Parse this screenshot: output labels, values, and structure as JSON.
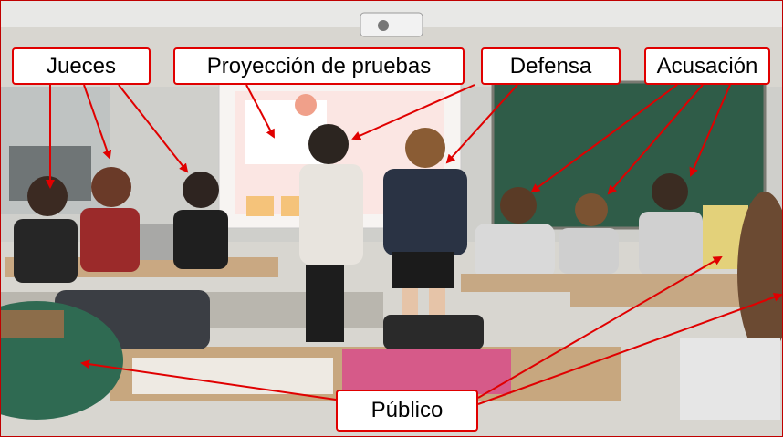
{
  "labels": {
    "jueces": "Jueces",
    "proyeccion": "Proyección de pruebas",
    "defensa": "Defensa",
    "acusacion": "Acusación",
    "publico": "Público"
  },
  "colors": {
    "annotation": "#e00000"
  }
}
